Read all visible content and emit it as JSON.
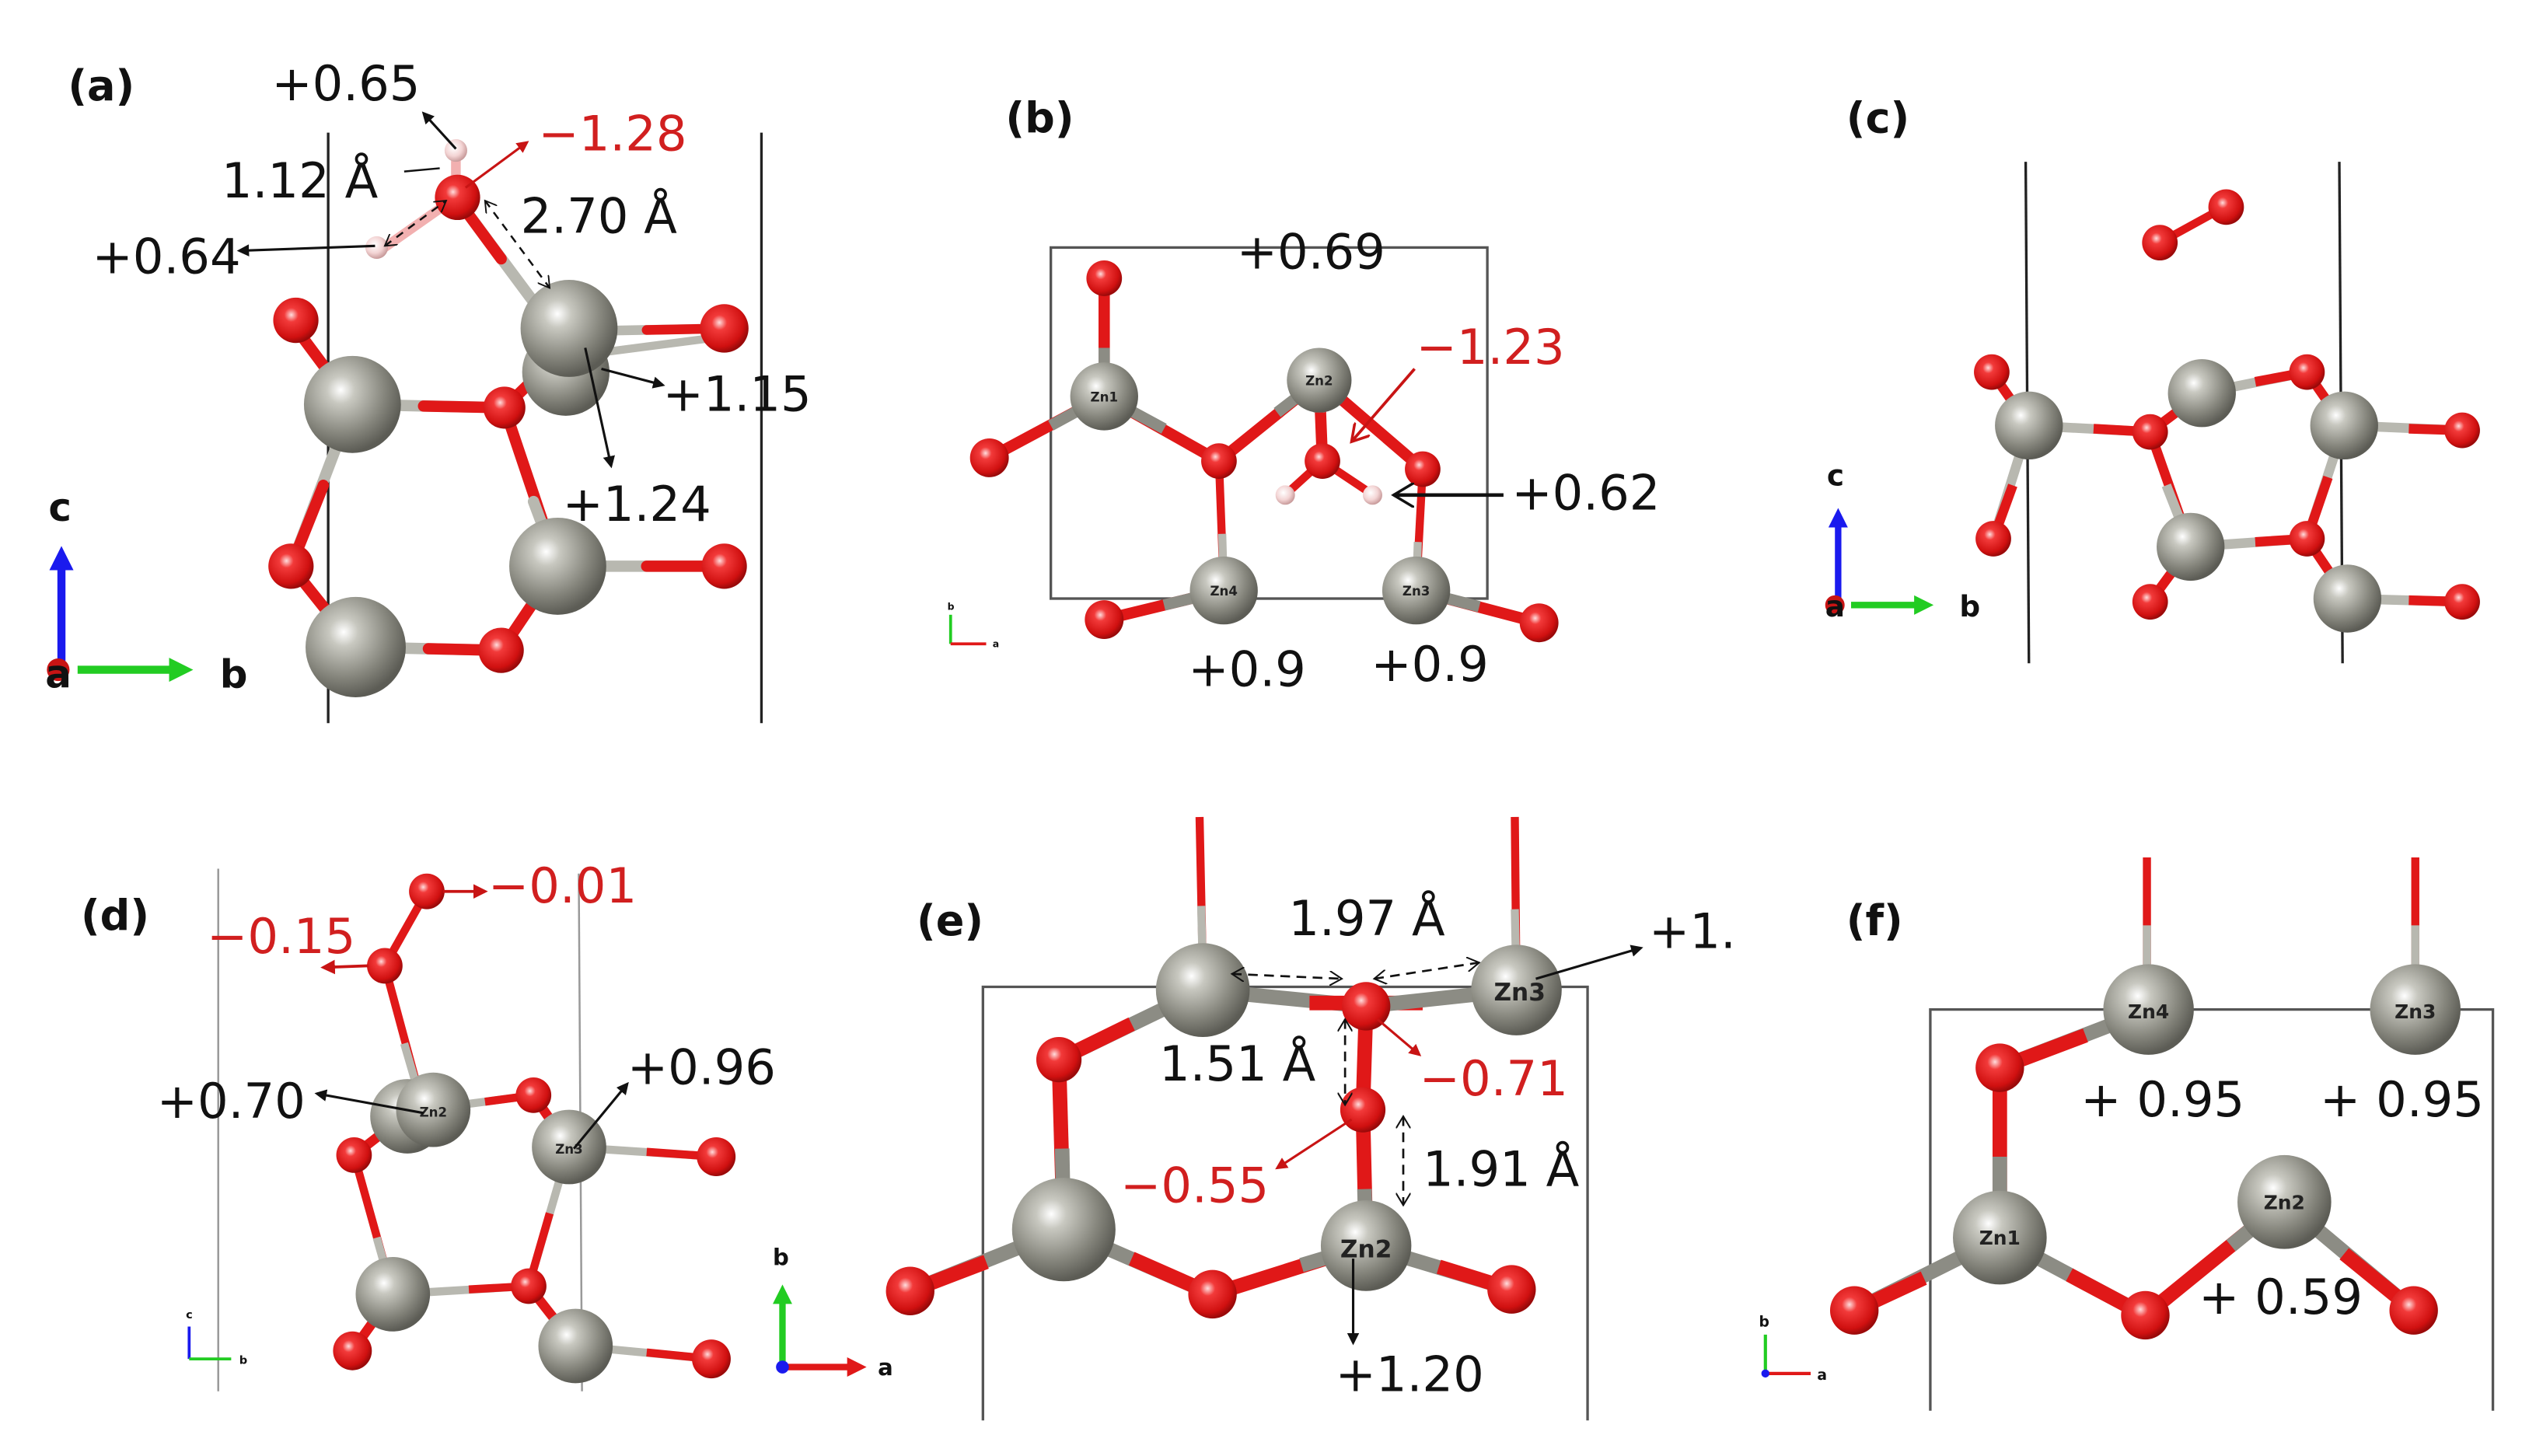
{
  "figure": {
    "description": "Six panels (a)-(f) of ZnO surface atomic structures with Bader charges and bond lengths",
    "colors": {
      "zn_atom": "#8c8c84",
      "o_atom": "#e01818",
      "h_atom": "#f2d6d6",
      "negative_label": "#d11f1f",
      "positive_label": "#111111",
      "axis_a": "#e01818",
      "axis_b": "#22cc22",
      "axis_c": "#1a1aee"
    },
    "panels": [
      {
        "id": "a",
        "label": "(a)",
        "axes": {
          "vertical": "c",
          "horizontal": "b",
          "origin": "a"
        },
        "annotations": [
          {
            "text": "+0.65",
            "color": "black"
          },
          {
            "text": "−1.28",
            "color": "red"
          },
          {
            "text": "1.12 Å",
            "color": "black"
          },
          {
            "text": "2.70 Å",
            "color": "black"
          },
          {
            "text": "+0.64",
            "color": "black"
          },
          {
            "text": "+1.15",
            "color": "black"
          },
          {
            "text": "+1.24",
            "color": "black"
          }
        ]
      },
      {
        "id": "b",
        "label": "(b)",
        "axes": {
          "vertical": "b",
          "horizontal": "a"
        },
        "atom_labels": [
          "Zn1",
          "Zn2",
          "Zn4",
          "Zn3"
        ],
        "annotations": [
          {
            "text": "+0.69",
            "color": "black"
          },
          {
            "text": "−1.23",
            "color": "red"
          },
          {
            "text": "+0.62",
            "color": "black"
          },
          {
            "text": "+0.9",
            "color": "black"
          },
          {
            "text": "+0.9",
            "color": "black"
          }
        ]
      },
      {
        "id": "c",
        "label": "(c)",
        "axes": {
          "vertical": "c",
          "horizontal": "b",
          "origin": "a"
        },
        "annotations": []
      },
      {
        "id": "d",
        "label": "(d)",
        "axes": {
          "vertical": "c",
          "horizontal": "b"
        },
        "atom_labels": [
          "Zn2",
          "Zn3"
        ],
        "annotations": [
          {
            "text": "−0.01",
            "color": "red"
          },
          {
            "text": "−0.15",
            "color": "red"
          },
          {
            "text": "+0.70",
            "color": "black"
          },
          {
            "text": "+0.96",
            "color": "black"
          }
        ]
      },
      {
        "id": "e",
        "label": "(e)",
        "axes": {
          "vertical": "b",
          "horizontal": "a"
        },
        "atom_labels": [
          "Zn3",
          "Zn2"
        ],
        "annotations": [
          {
            "text": "1.97 Å",
            "color": "black"
          },
          {
            "text": "+1.",
            "color": "black"
          },
          {
            "text": "1.51 Å",
            "color": "black"
          },
          {
            "text": "−0.71",
            "color": "red"
          },
          {
            "text": "−0.55",
            "color": "red"
          },
          {
            "text": "1.91 Å",
            "color": "black"
          },
          {
            "text": "+1.20",
            "color": "black"
          }
        ]
      },
      {
        "id": "f",
        "label": "(f)",
        "axes": {
          "vertical": "b",
          "horizontal": "a"
        },
        "atom_labels": [
          "Zn4",
          "Zn3",
          "Zn1",
          "Zn2"
        ],
        "annotations": [
          {
            "text": "+ 0.95",
            "color": "black"
          },
          {
            "text": "+ 0.95",
            "color": "black"
          },
          {
            "text": "+ 0.59",
            "color": "black"
          }
        ]
      }
    ]
  }
}
